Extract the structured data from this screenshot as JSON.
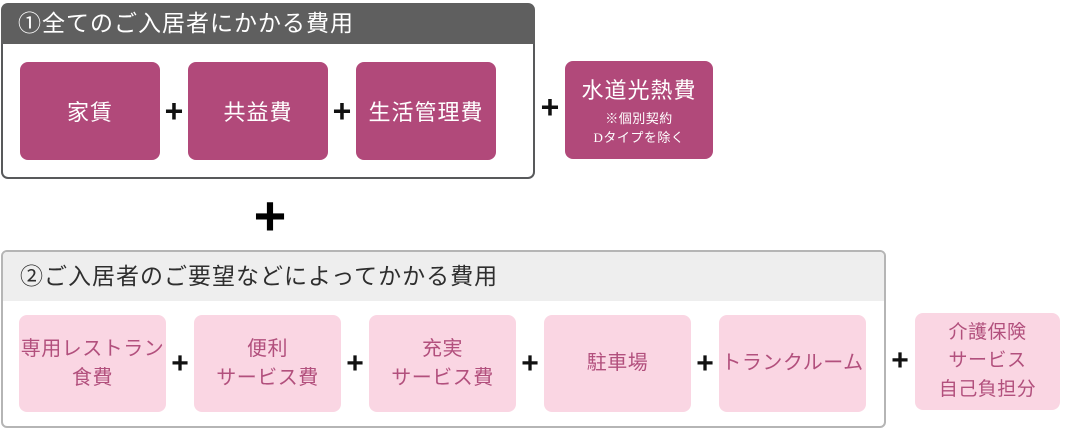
{
  "plus": "+",
  "colors": {
    "section1_header_bg": "#5f5f5f",
    "section1_border": "#58595b",
    "fee_box_magenta": "#b1497a",
    "fee_box_pink": "#fad6e3",
    "pink_text": "#b2507d",
    "section2_header_bg": "#eeeeee",
    "section2_border": "#b5b5b5",
    "plus_color": "#000000"
  },
  "section1": {
    "header": "①全てのご入居者にかかる費用",
    "items": [
      {
        "label": "家賃"
      },
      {
        "label": "共益費"
      },
      {
        "label": "生活管理費"
      }
    ]
  },
  "utility": {
    "title": "水道光熱費",
    "note1": "※個別契約",
    "note2": "Dタイプを除く"
  },
  "section2": {
    "header": "②ご入居者のご要望などによってかかる費用",
    "items": [
      {
        "line1": "専用レストラン",
        "line2": "食費"
      },
      {
        "line1": "便利",
        "line2": "サービス費"
      },
      {
        "line1": "充実",
        "line2": "サービス費"
      },
      {
        "line1": "駐車場"
      },
      {
        "line1": "トランクルーム"
      }
    ]
  },
  "kaigo": {
    "line1": "介護保険",
    "line2": "サービス",
    "line3": "自己負担分"
  }
}
